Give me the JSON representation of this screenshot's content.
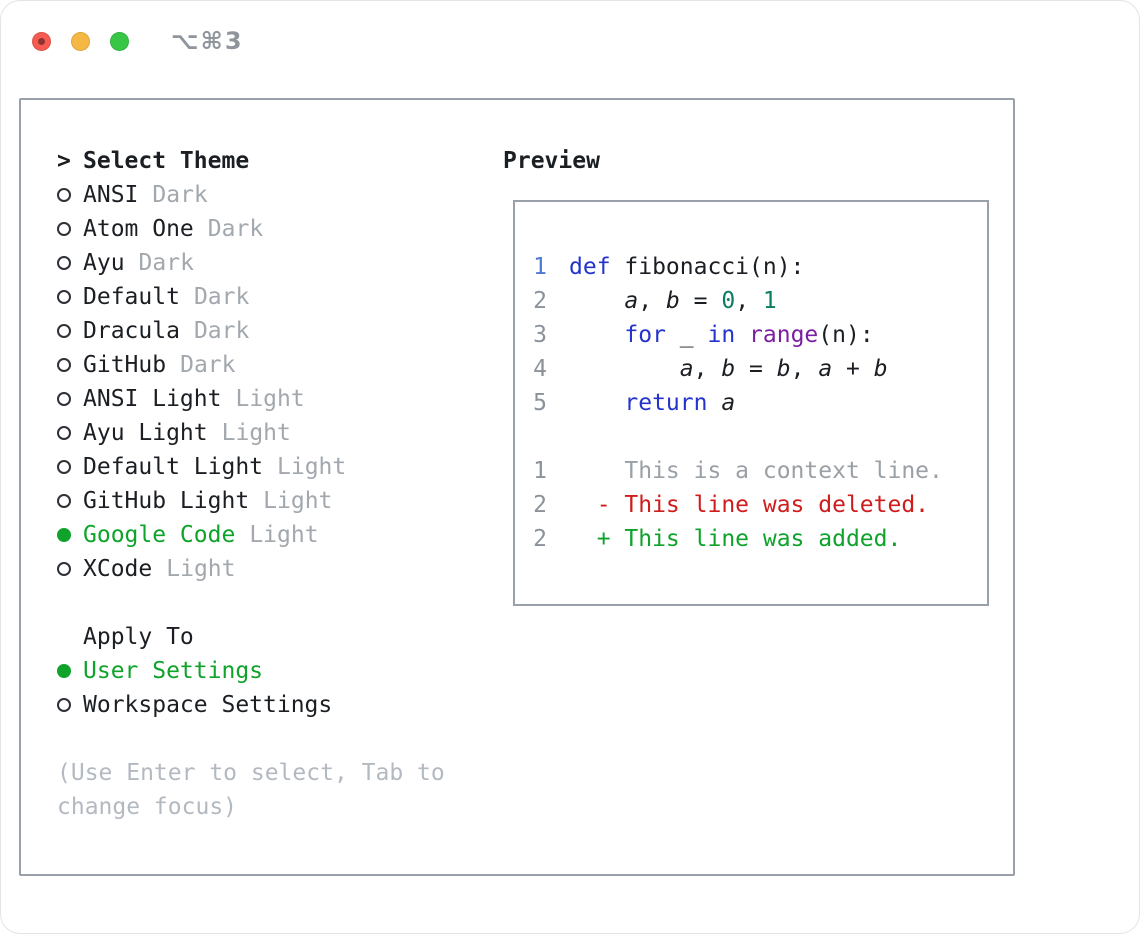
{
  "titlebar": {
    "shortcut": "⌥⌘3"
  },
  "selector": {
    "cursor": ">",
    "title": "Select Theme",
    "themes": [
      {
        "name": "ANSI",
        "variant": "Dark",
        "selected": false
      },
      {
        "name": "Atom One",
        "variant": "Dark",
        "selected": false
      },
      {
        "name": "Ayu",
        "variant": "Dark",
        "selected": false
      },
      {
        "name": "Default",
        "variant": "Dark",
        "selected": false
      },
      {
        "name": "Dracula",
        "variant": "Dark",
        "selected": false
      },
      {
        "name": "GitHub",
        "variant": "Dark",
        "selected": false
      },
      {
        "name": "ANSI Light",
        "variant": "Light",
        "selected": false
      },
      {
        "name": "Ayu Light",
        "variant": "Light",
        "selected": false
      },
      {
        "name": "Default Light",
        "variant": "Light",
        "selected": false
      },
      {
        "name": "GitHub Light",
        "variant": "Light",
        "selected": false
      },
      {
        "name": "Google Code",
        "variant": "Light",
        "selected": true
      },
      {
        "name": "XCode",
        "variant": "Light",
        "selected": false
      }
    ],
    "apply_to": {
      "label": "Apply To",
      "options": [
        {
          "label": "User Settings",
          "selected": true
        },
        {
          "label": "Workspace Settings",
          "selected": false
        }
      ]
    },
    "hint": "(Use Enter to select, Tab to change focus)"
  },
  "preview": {
    "title": "Preview",
    "code_lines": [
      {
        "num": "1",
        "active": true,
        "tokens": [
          [
            "def",
            "kw"
          ],
          [
            " fibonacci(n):",
            "pl"
          ]
        ]
      },
      {
        "num": "2",
        "active": false,
        "tokens": [
          [
            "    ",
            "pl"
          ],
          [
            "a",
            "va"
          ],
          [
            ", ",
            "pl"
          ],
          [
            "b",
            "va"
          ],
          [
            " = ",
            "pl"
          ],
          [
            "0",
            "nu"
          ],
          [
            ", ",
            "pl"
          ],
          [
            "1",
            "nu"
          ]
        ]
      },
      {
        "num": "3",
        "active": false,
        "tokens": [
          [
            "    ",
            "pl"
          ],
          [
            "for",
            "kw"
          ],
          [
            " _ ",
            "pl"
          ],
          [
            "in",
            "kw"
          ],
          [
            " ",
            "pl"
          ],
          [
            "range",
            "ty"
          ],
          [
            "(n):",
            "pl"
          ]
        ]
      },
      {
        "num": "4",
        "active": false,
        "tokens": [
          [
            "        ",
            "pl"
          ],
          [
            "a",
            "va"
          ],
          [
            ", ",
            "pl"
          ],
          [
            "b",
            "va"
          ],
          [
            " = ",
            "pl"
          ],
          [
            "b",
            "va"
          ],
          [
            ", ",
            "pl"
          ],
          [
            "a",
            "va"
          ],
          [
            " + ",
            "pl"
          ],
          [
            "b",
            "va"
          ]
        ]
      },
      {
        "num": "5",
        "active": false,
        "tokens": [
          [
            "    ",
            "pl"
          ],
          [
            "return",
            "kw"
          ],
          [
            " ",
            "pl"
          ],
          [
            "a",
            "va"
          ]
        ]
      }
    ],
    "diff_lines": [
      {
        "num": "1",
        "sign": " ",
        "text": "This is a context line.",
        "kind": "context"
      },
      {
        "num": "2",
        "sign": "-",
        "text": "This line was deleted.",
        "kind": "deleted"
      },
      {
        "num": "2",
        "sign": "+",
        "text": "This line was added.",
        "kind": "added"
      }
    ]
  },
  "colors": {
    "text": "#1b1f23",
    "muted": "#a2a8ae",
    "hint": "#b3b9c0",
    "green": "#0fa32b",
    "keyword": "#2433cc",
    "type": "#7b1fa2",
    "number": "#0a7d62",
    "deleted": "#cf1d1d",
    "added": "#0fa32b",
    "context": "#9aa0a6",
    "lineno": "#8b929a",
    "lineno_active": "#4c7bd1",
    "panel_border": "#99a0aa",
    "traffic_red": "#f55b51",
    "traffic_yellow": "#f6b844",
    "traffic_green": "#38c647"
  }
}
